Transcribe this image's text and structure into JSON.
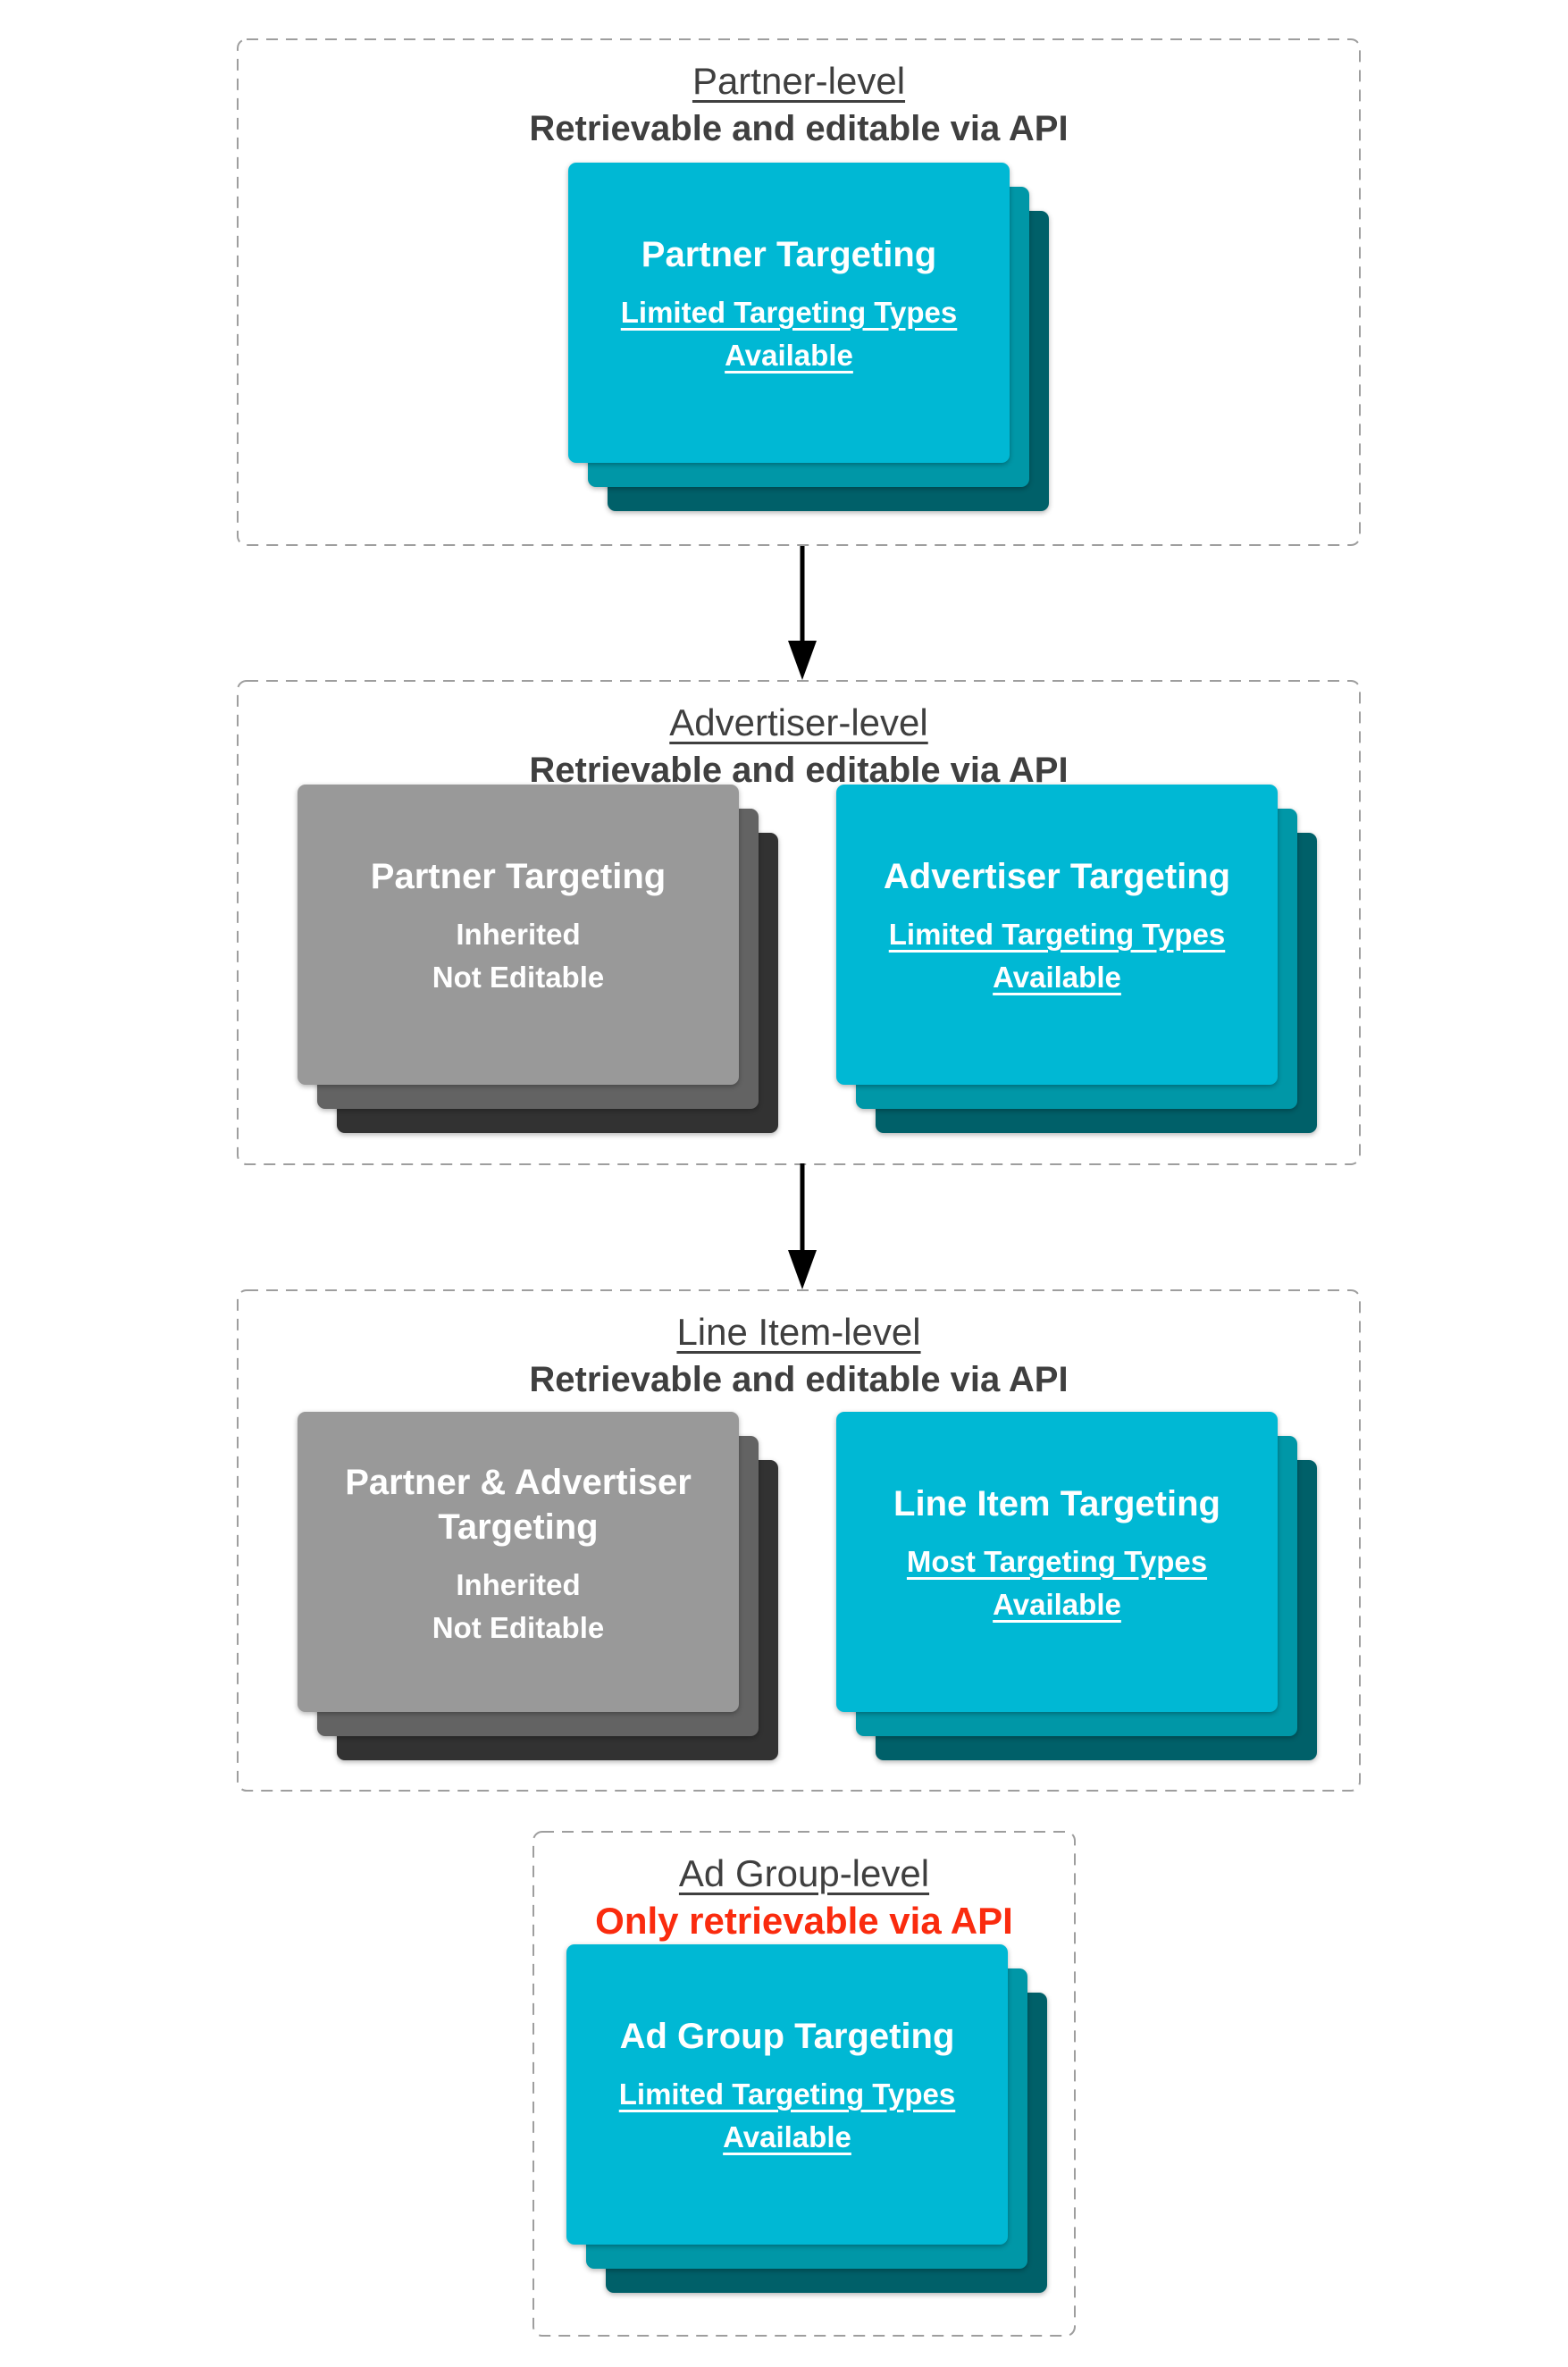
{
  "colors": {
    "background": "#ffffff",
    "teal_card_front": "#00b8d4",
    "teal_card_mid": "#0097a7",
    "teal_card_back": "#006069",
    "gray_card_front": "#999999",
    "gray_card_mid": "#636363",
    "gray_card_back": "#323232",
    "heading_text": "#3f3f3f",
    "alert_text": "#fa2b0e",
    "card_text": "#ffffff",
    "dashed_border": "#9e9e9e",
    "arrow": "#000000"
  },
  "sections": [
    {
      "title": "Partner-level",
      "subtitle": "Retrievable and editable via API",
      "cards": [
        {
          "title": "Partner Targeting",
          "subtitle": "Limited Targeting Types Available"
        }
      ]
    },
    {
      "title": "Advertiser-level",
      "subtitle": "Retrievable and editable via API",
      "cards": [
        {
          "title": "Partner Targeting",
          "subtitle": "Inherited\nNot Editable"
        },
        {
          "title": "Advertiser Targeting",
          "subtitle": "Limited Targeting Types Available"
        }
      ]
    },
    {
      "title": "Line Item-level",
      "subtitle": "Retrievable and editable via API",
      "cards": [
        {
          "title": "Partner & Advertiser Targeting",
          "subtitle": "Inherited\nNot Editable"
        },
        {
          "title": "Line Item Targeting",
          "subtitle": "Most Targeting Types Available"
        }
      ]
    },
    {
      "title": "Ad Group-level",
      "subtitle": "Only retrievable via API",
      "cards": [
        {
          "title": "Ad Group Targeting",
          "subtitle": "Limited Targeting Types Available"
        }
      ]
    }
  ]
}
